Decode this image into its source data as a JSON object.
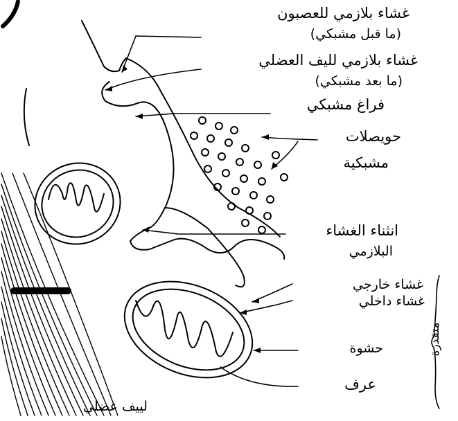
{
  "labels": {
    "axon_membrane": "غشاء بلازمي للعصبون",
    "presynaptic": "(ما قبل مشبكي)",
    "muscle_membrane": "غشاء بلازمي لليف العضلي",
    "postsynaptic": "(ما بعد مشبكي)",
    "synaptic_cleft": "فراغ مشبكي",
    "vesicles_1": "حويصلات",
    "vesicles_2": "مشبكية",
    "fold_1": "انثناء الغشاء",
    "fold_2": "البلازمي",
    "outer_membrane": "غشاء خارجي",
    "inner_membrane": "غشاء داخلي",
    "matrix": "حشوة",
    "crista": "عرف",
    "mitochondrion": "متقدرة",
    "muscle_fiber": "لييف عضلي"
  },
  "colors": {
    "ink": "#000000",
    "background": "#ffffff"
  }
}
